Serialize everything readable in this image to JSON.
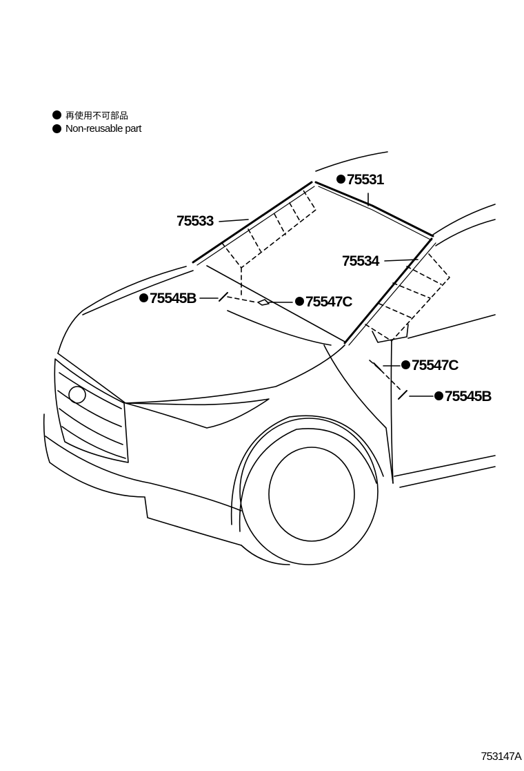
{
  "legend": {
    "japanese": "再使用不可部品",
    "english": "Non-reusable part"
  },
  "parts": [
    {
      "id": "p1",
      "label": "75531",
      "non_reusable": true
    },
    {
      "id": "p2",
      "label": "75533",
      "non_reusable": false
    },
    {
      "id": "p3",
      "label": "75534",
      "non_reusable": false
    },
    {
      "id": "p4",
      "label": "75545B",
      "non_reusable": true
    },
    {
      "id": "p5",
      "label": "75547C",
      "non_reusable": true
    },
    {
      "id": "p6",
      "label": "75547C",
      "non_reusable": true
    },
    {
      "id": "p7",
      "label": "75545B",
      "non_reusable": true
    }
  ],
  "figure_id": "753147A"
}
